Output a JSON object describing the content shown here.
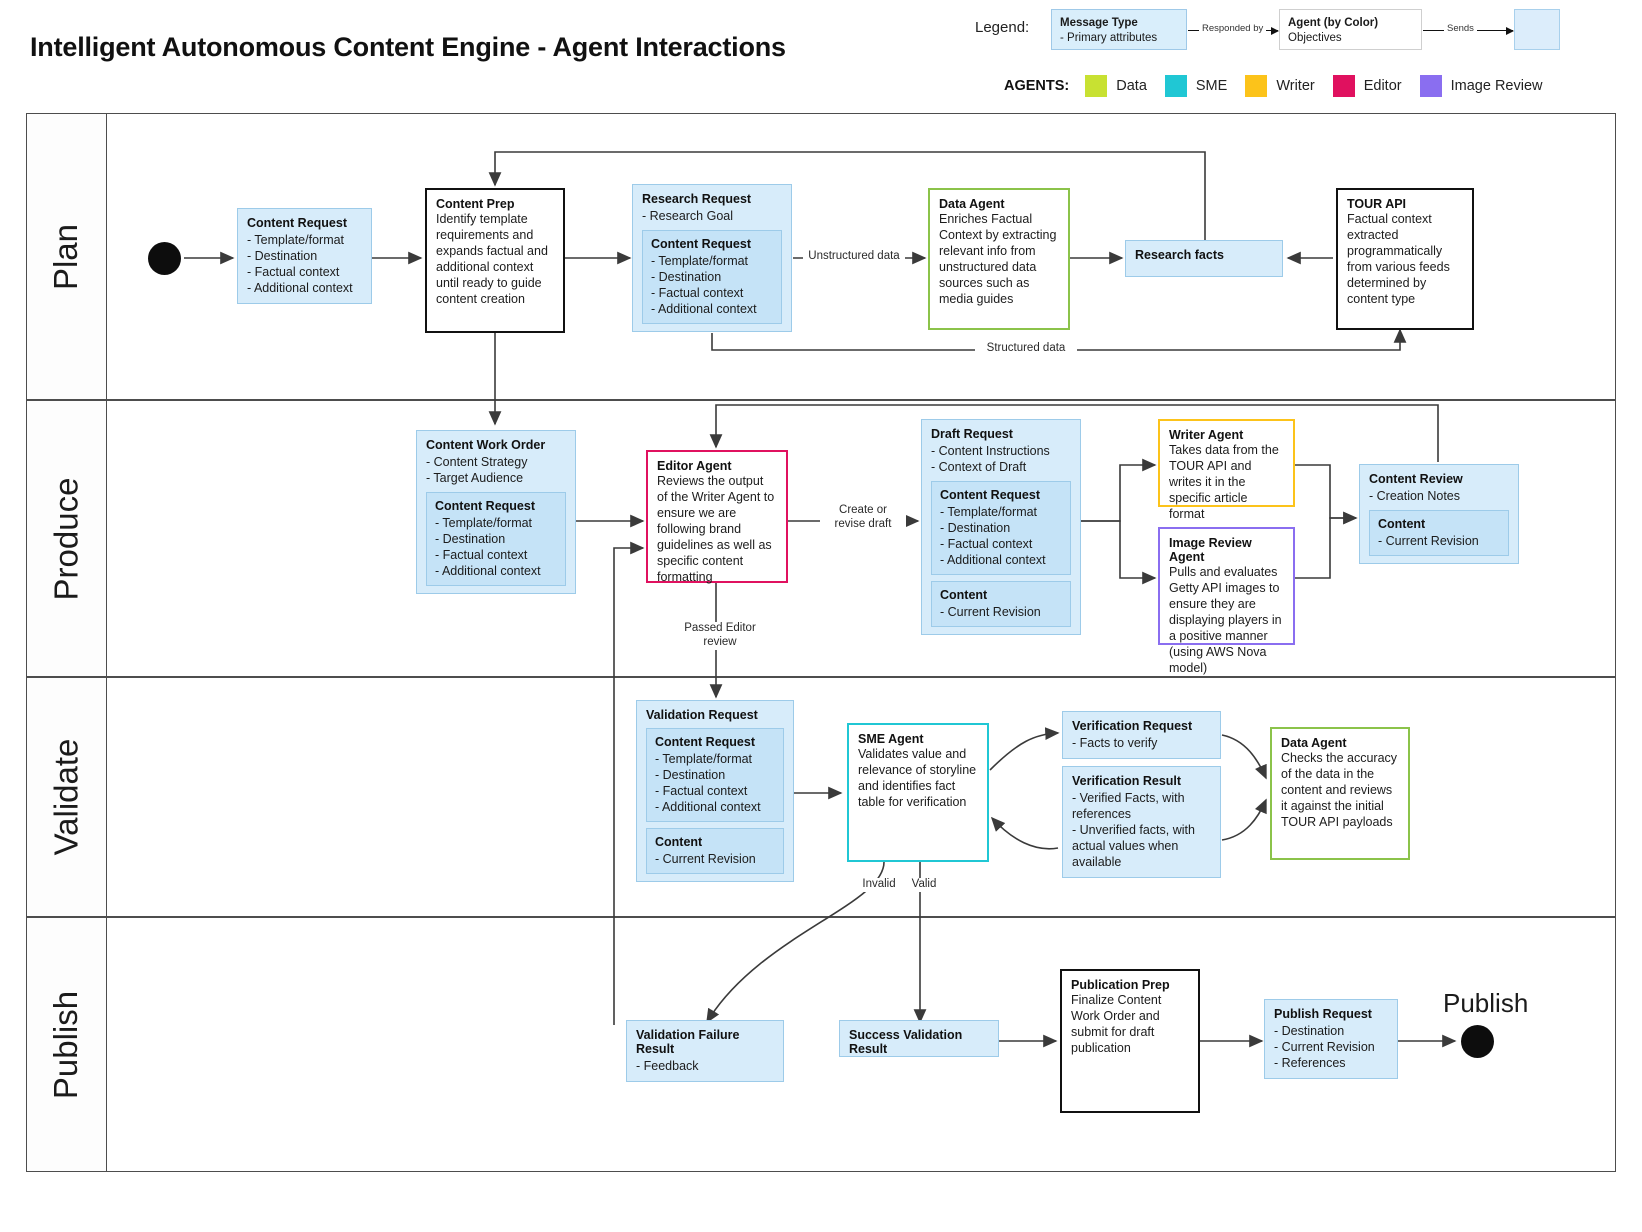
{
  "title": "Intelligent Autonomous Content Engine - Agent Interactions",
  "legend": {
    "label": "Legend:",
    "message_type": {
      "title": "Message Type",
      "sub": "- Primary attributes"
    },
    "agent_box": {
      "title": "Agent (by Color)",
      "sub": "Objectives"
    },
    "arrow1": "Responded by",
    "arrow2": "Sends",
    "agents_title": "AGENTS:",
    "agents": [
      {
        "name": "Data",
        "color": "#c8e132"
      },
      {
        "name": "SME",
        "color": "#20c7d4"
      },
      {
        "name": "Writer",
        "color": "#fcc31a"
      },
      {
        "name": "Editor",
        "color": "#e0115f"
      },
      {
        "name": "Image Review",
        "color": "#8a6ef0"
      }
    ]
  },
  "lanes": [
    {
      "name": "Plan"
    },
    {
      "name": "Produce"
    },
    {
      "name": "Validate"
    },
    {
      "name": "Publish"
    }
  ],
  "nodes": {
    "content_request_1": {
      "title": "Content Request",
      "items": [
        "- Template/format",
        "- Destination",
        "- Factual context",
        "- Additional context"
      ]
    },
    "content_prep": {
      "title": "Content Prep",
      "body": "Identify template requirements and expands factual and additional context until ready to guide content creation"
    },
    "research_request": {
      "title": "Research Request",
      "items": [
        "- Research Goal"
      ],
      "inner": {
        "title": "Content Request",
        "items": [
          "- Template/format",
          "- Destination",
          "- Factual context",
          "- Additional context"
        ]
      }
    },
    "data_agent_plan": {
      "title": "Data Agent",
      "body": "Enriches Factual Context by extracting relevant info from unstructured data sources such as media guides",
      "color": "#8bc34a"
    },
    "research_facts": {
      "title": "Research facts"
    },
    "tour_api": {
      "title": "TOUR API",
      "body": "Factual context extracted programmatically from various feeds determined by content type"
    },
    "content_work_order": {
      "title": "Content Work Order",
      "items": [
        "- Content Strategy",
        "- Target Audience"
      ],
      "inner": {
        "title": "Content Request",
        "items": [
          "- Template/format",
          "- Destination",
          "- Factual context",
          "- Additional context"
        ]
      }
    },
    "editor_agent": {
      "title": "Editor Agent",
      "body": "Reviews the output of the Writer Agent to ensure we are following brand guidelines as well as specific content formatting",
      "color": "#e0115f"
    },
    "draft_request": {
      "title": "Draft Request",
      "items": [
        "- Content Instructions",
        "- Context of Draft"
      ],
      "inner": {
        "title": "Content Request",
        "items": [
          "- Template/format",
          "- Destination",
          "- Factual context",
          "- Additional context"
        ]
      },
      "inner2": {
        "title": "Content",
        "items": [
          "- Current Revision"
        ]
      }
    },
    "writer_agent": {
      "title": "Writer Agent",
      "body": "Takes data from the TOUR API and writes it in the specific article format",
      "color": "#fcc31a"
    },
    "image_review_agent": {
      "title": "Image Review Agent",
      "body": "Pulls and evaluates Getty API images to ensure they are displaying players in a positive manner (using AWS Nova model)",
      "color": "#8a6ef0"
    },
    "content_review": {
      "title": "Content Review",
      "items": [
        "- Creation Notes"
      ],
      "inner": {
        "title": "Content",
        "items": [
          "- Current Revision"
        ]
      }
    },
    "validation_request": {
      "title": "Validation Request",
      "items": [],
      "inner": {
        "title": "Content Request",
        "items": [
          "- Template/format",
          "- Destination",
          "- Factual context",
          "- Additional context"
        ]
      },
      "inner2": {
        "title": "Content",
        "items": [
          "- Current Revision"
        ]
      }
    },
    "sme_agent": {
      "title": "SME Agent",
      "body": "Validates value and relevance of storyline and identifies fact table for verification",
      "color": "#20c7d4"
    },
    "verification_request": {
      "title": "Verification Request",
      "items": [
        "- Facts to verify"
      ]
    },
    "verification_result": {
      "title": "Verification Result",
      "items": [
        "- Verified Facts, with references",
        "- Unverified facts, with actual values when available"
      ]
    },
    "data_agent_validate": {
      "title": "Data Agent",
      "body": "Checks the accuracy of the data in the content and reviews it against the initial TOUR API payloads",
      "color": "#8bc34a"
    },
    "validation_failure_result": {
      "title": "Validation Failure Result",
      "items": [
        "- Feedback"
      ]
    },
    "success_validation_result": {
      "title": "Success Validation Result",
      "items": []
    },
    "publication_prep": {
      "title": "Publication Prep",
      "body": "Finalize Content Work Order and submit for draft publication"
    },
    "publish_request": {
      "title": "Publish Request",
      "items": [
        "- Destination",
        "- Current Revision",
        "- References"
      ]
    },
    "publish_end_label": "Publish"
  },
  "edge_labels": {
    "unstructured_data": "Unstructured data",
    "structured_data": "Structured data",
    "create_or_revise": "Create or\nrevise draft",
    "passed_editor": "Passed Editor\nreview",
    "invalid": "Invalid",
    "valid": "Valid"
  }
}
